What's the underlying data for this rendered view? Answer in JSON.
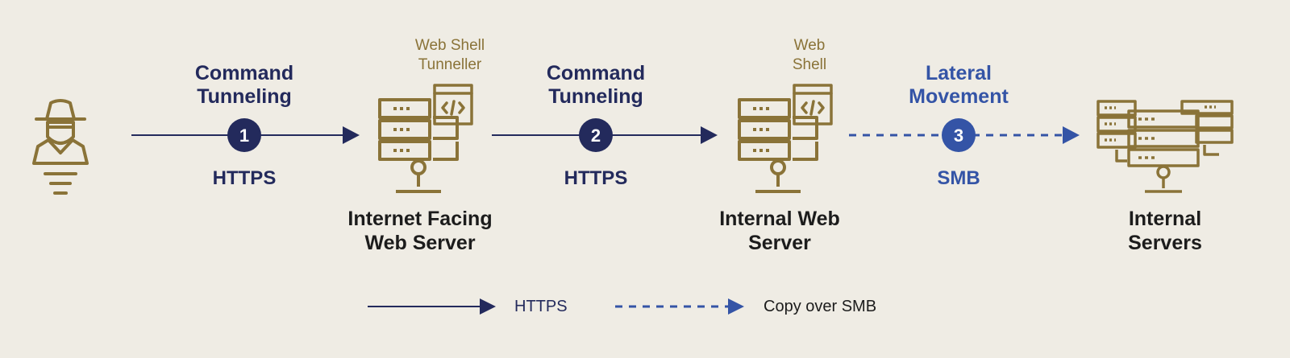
{
  "colors": {
    "background": "#efece4",
    "navy": "#232a5c",
    "blue": "#3454a6",
    "gold": "#8a7338",
    "text": "#1c1c1c"
  },
  "steps": [
    {
      "number": "1",
      "title_line1": "Command",
      "title_line2": "Tunneling",
      "protocol": "HTTPS",
      "line_style": "solid"
    },
    {
      "number": "2",
      "title_line1": "Command",
      "title_line2": "Tunneling",
      "protocol": "HTTPS",
      "line_style": "solid"
    },
    {
      "number": "3",
      "title_line1": "Lateral",
      "title_line2": "Movement",
      "protocol": "SMB",
      "line_style": "dashed"
    }
  ],
  "nodes": {
    "attacker": {
      "icon": "hacker-icon"
    },
    "internet_server": {
      "icon": "web-server-icon",
      "label_line1": "Internet Facing",
      "label_line2": "Web Server",
      "component_line1": "Web Shell",
      "component_line2": "Tunneller"
    },
    "internal_web_server": {
      "icon": "web-server-icon",
      "label_line1": "Internal Web",
      "label_line2": "Server",
      "component_line1": "Web",
      "component_line2": "Shell"
    },
    "internal_servers": {
      "icon": "server-cluster-icon",
      "label_line1": "Internal",
      "label_line2": "Servers"
    }
  },
  "legend": {
    "solid_label": "HTTPS",
    "dashed_label": "Copy over SMB"
  }
}
